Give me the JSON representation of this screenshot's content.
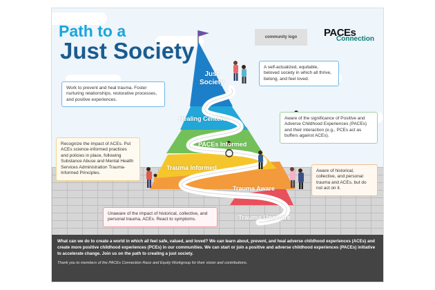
{
  "title": {
    "line1": "Path to a",
    "line2": "Just Society"
  },
  "community_logo": "community logo",
  "brand": {
    "line1": "PACEs",
    "line2": "Connection"
  },
  "levels": {
    "just_society": [
      "Just",
      "Society"
    ],
    "healing_centered": "Healing Centered",
    "paces_informed": "PACEs Informed",
    "trauma_informed": "Trauma Informed",
    "trauma_aware": "Trauma Aware",
    "trauma_unaware": "Trauma Unaware"
  },
  "descriptions": {
    "just_society": "A self-actualized, equitable, beloved society in which all thrive, belong, and feel loved.",
    "healing_centered": "Work to prevent and heal trauma. Foster nurturing relationships, restorative processes, and positive experiences.",
    "paces_informed": "Aware of the significance of Positive and Adverse Childhood Experiences (PACEs) and their interaction (e.g., PCEs act as buffers against ACEs).",
    "trauma_informed": "Recognize the impact of ACEs. Put ACEs science-informed practices and policies in place, following Substance Abuse and Mental Health Services Administration Trauma-Informed Principles.",
    "trauma_aware": "Aware of historical, collective, and personal trauma and ACEs, but do not act on it.",
    "trauma_unaware": "Unaware of the impact of historical, collective, and personal trauma, ACEs. React to symptoms."
  },
  "footer": {
    "text": "What can we do to create a world in which all feel safe, valued, and loved? We can learn about, prevent, and heal adverse childhood experiences (ACEs) and create more positive childhood experiences (PCEs) in our communities. We can start or join a positive and adverse childhood experiences (PACEs) initiative to accelerate change. Join us on the path to creating a just society.",
    "thanks": "Thank you to members of the PACEs Connection Race and Equity Workgroup for their vision and contributions."
  },
  "colors": {
    "just_society": "#1e7fc9",
    "healing_centered": "#22a7d8",
    "paces_informed": "#73c05a",
    "trauma_informed": "#f5c62b",
    "trauma_aware": "#f39a3c",
    "trauma_unaware": "#e8505b",
    "title_light": "#19a6db",
    "title_dark": "#1a5c8f"
  }
}
